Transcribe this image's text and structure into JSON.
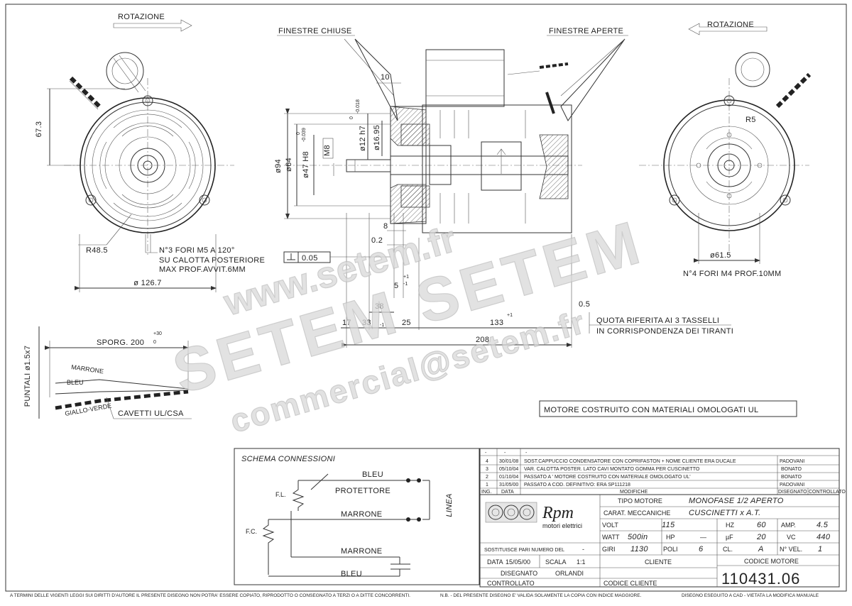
{
  "notes": {
    "rotation_left": "ROTAZIONE",
    "rotation_right": "ROTAZIONE",
    "windows_closed": "FINESTRE CHIUSE",
    "windows_open": "FINESTRE APERTE",
    "holes_m5_line1": "N°3 FORI M5 A 120°",
    "holes_m5_line2": "SU CALOTTA POSTERIORE",
    "holes_m5_line3": "MAX PROF.AVVIT.6MM",
    "holes_m4": "N°4 FORI M4 PROF.10MM",
    "quota_line1": "QUOTA RIFERITA AI 3 TASSELLI",
    "quota_line2": "IN CORRISPONDENZA DEI TIRANTI",
    "ul_note": "MOTORE COSTRUITO CON MATERIALI OMOLOGATI UL",
    "sporg": "SPORG. 200",
    "sporg_tol_up": "+30",
    "sporg_tol_dn": "0",
    "puntali": "PUNTALI ø1.5x7",
    "wire_marrone": "MARRONE",
    "wire_bleu": "BLEU",
    "wire_gv": "GIALLO-VERDE",
    "cables": "CAVETTI UL/CSA"
  },
  "dims": {
    "d673": "67.3",
    "r485": "R48.5",
    "d1267": "ø 126.7",
    "r5": "R5",
    "d615": "ø61.5",
    "d10": "10",
    "d94": "ø94",
    "d64": "ø64",
    "d47": "ø47 H8",
    "d47tol_a": "0",
    "d47tol_b": "-0.039",
    "m8": "M8",
    "d12": "ø12 h7",
    "d12tol_a": "0",
    "d12tol_b": "-0.018",
    "d1695": "ø16.95",
    "d8": "8",
    "d02": "0.2",
    "perp": "0.05",
    "d5": "5",
    "d5tol_up": "+1",
    "d5tol_dn": "-1",
    "d38": "38",
    "d17": "17",
    "d33": "33",
    "d33tol": "-1",
    "d25": "25",
    "d133": "133",
    "d133tol": "+1",
    "d05": "0.5",
    "d208": "208"
  },
  "schema": {
    "title": "SCHEMA CONNESSIONI",
    "bleu_top": "BLEU",
    "protettore": "PROTETTORE",
    "fl": "F.L.",
    "fc": "F.C.",
    "marrone_mid": "MARRONE",
    "linea": "LINEA",
    "marrone_bot": "MARRONE",
    "bleu_bot": "BLEU"
  },
  "revisions": {
    "header": {
      "num": "-",
      "date": "-",
      "desc": "-"
    },
    "rows": [
      {
        "num": "4",
        "date": "30/01/08",
        "desc": "SOST.CAPPUCCIO CONDENSATORE CON COPRIFASTON + NOME CLIENTE ERA DUCALE",
        "by": "PADOVANI"
      },
      {
        "num": "3",
        "date": "05/10/04",
        "desc": "VAR. CALOTTA POSTER.  LATO CAVI MONTATO  GOMMA PER CUSCINETTO",
        "by": "BONATO"
      },
      {
        "num": "2",
        "date": "01/10/04",
        "desc": "PASSATO A ' MOTORE COSTRUITO CON MATERIALE OMOLOGATO UL'",
        "by": "BONATO"
      },
      {
        "num": "1",
        "date": "31/05/00",
        "desc": "PASSATO A COD. DEFINITIVO: ERA SP111218",
        "by": "PADOVANI"
      }
    ],
    "col_num": "ING.",
    "col_date": "DATA",
    "col_desc": "MODIFICHE",
    "col_by": "DISEGNATO",
    "col_ctrl": "CONTROLLATO"
  },
  "title_block": {
    "brand": "Rpm",
    "brand_sub": "motori elettrici",
    "tipo_label": "TIPO MOTORE",
    "tipo_value": "MONOFASE 1/2 APERTO",
    "carat_label": "CARAT. MECCANICHE",
    "carat_value": "CUSCINETTI x A.T.",
    "volt_label": "VOLT",
    "volt_value": "115",
    "hz_label": "HZ",
    "hz_value": "60",
    "amp_label": "AMP.",
    "amp_value": "4.5",
    "watt_label": "WATT",
    "watt_value": "500in",
    "hp_label": "HP",
    "hp_value": "—",
    "uf_label": "µF",
    "uf_value": "20",
    "vc_label": "VC",
    "vc_value": "440",
    "giri_label": "GIRI",
    "giri_value": "1130",
    "poli_label": "POLI",
    "poli_value": "6",
    "cl_label": "CL.",
    "cl_value": "A",
    "nvel_label": "N° VEL.",
    "nvel_value": "1",
    "sostituisce_label": "SOSTITUISCE PARI NUMERO DEL",
    "sostituisce_value": "-",
    "data_label": "DATA",
    "data_value": "15/05/00",
    "scala_label": "SCALA",
    "scala_value": "1:1",
    "cliente_label": "CLIENTE",
    "disegnato_label": "DISEGNATO",
    "disegnato_value": "ORLANDI",
    "controllato_label": "CONTROLLATO",
    "codice_cliente_label": "CODICE CLIENTE",
    "codice_motore_label": "CODICE MOTORE",
    "codice_motore_value": "110431.06"
  },
  "footer": {
    "left": "A TERMINI DELLE VIGENTI LEGGI SUI DIRITTI D'AUTORE IL PRESENTE DISEGNO NON POTRA' ESSERE COPIATO, RIPRODOTTO O CONSEGNATO A TERZI O A DITTE CONCORRENTI.",
    "mid": "N.B. - DEL PRESENTE DISEGNO E' VALIDA SOLAMENTE LA COPIA CON INDICE MAGGIORE.",
    "right": "DISEGNO ESEGUITO A CAD - VIETATA LA MODIFICA MANUALE"
  },
  "watermark": {
    "w1": "www.setem.fr",
    "w2": "SETEM SETEM",
    "w3": "commercial@setem.fr"
  }
}
